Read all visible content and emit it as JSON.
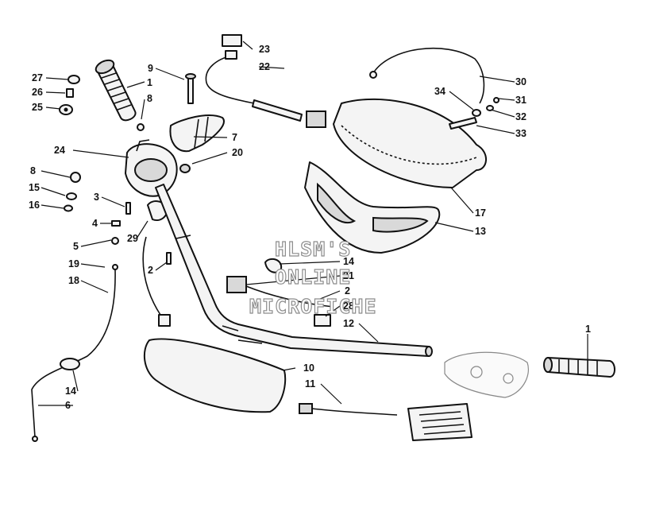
{
  "watermark": {
    "lines": [
      "HLSM'S",
      "ONLINE",
      "MICROFICHE"
    ]
  },
  "callouts": [
    {
      "id": "c27",
      "label": "27"
    },
    {
      "id": "c26",
      "label": "26"
    },
    {
      "id": "c25",
      "label": "25"
    },
    {
      "id": "c1a",
      "label": "1"
    },
    {
      "id": "c9",
      "label": "9"
    },
    {
      "id": "c8a",
      "label": "8"
    },
    {
      "id": "c23",
      "label": "23"
    },
    {
      "id": "c22",
      "label": "22"
    },
    {
      "id": "c7",
      "label": "7"
    },
    {
      "id": "c20",
      "label": "20"
    },
    {
      "id": "c24",
      "label": "24"
    },
    {
      "id": "c8b",
      "label": "8"
    },
    {
      "id": "c15",
      "label": "15"
    },
    {
      "id": "c16",
      "label": "16"
    },
    {
      "id": "c3",
      "label": "3"
    },
    {
      "id": "c4",
      "label": "4"
    },
    {
      "id": "c5",
      "label": "5"
    },
    {
      "id": "c29",
      "label": "29"
    },
    {
      "id": "c2a",
      "label": "2"
    },
    {
      "id": "c19",
      "label": "19"
    },
    {
      "id": "c18",
      "label": "18"
    },
    {
      "id": "c14a",
      "label": "14"
    },
    {
      "id": "c6",
      "label": "6"
    },
    {
      "id": "c30",
      "label": "30"
    },
    {
      "id": "c34",
      "label": "34"
    },
    {
      "id": "c31",
      "label": "31"
    },
    {
      "id": "c32",
      "label": "32"
    },
    {
      "id": "c33",
      "label": "33"
    },
    {
      "id": "c17",
      "label": "17"
    },
    {
      "id": "c13",
      "label": "13"
    },
    {
      "id": "c14b",
      "label": "14"
    },
    {
      "id": "c21",
      "label": "21"
    },
    {
      "id": "c2b",
      "label": "2"
    },
    {
      "id": "c28",
      "label": "28"
    },
    {
      "id": "c12",
      "label": "12"
    },
    {
      "id": "c1b",
      "label": "1"
    },
    {
      "id": "c10",
      "label": "10"
    },
    {
      "id": "c11",
      "label": "11"
    }
  ]
}
